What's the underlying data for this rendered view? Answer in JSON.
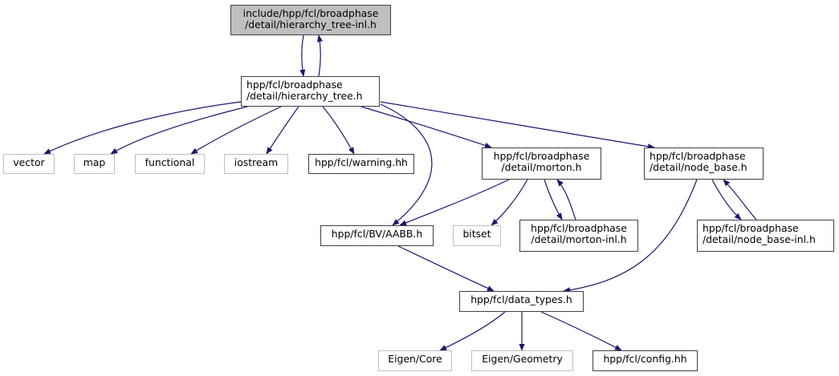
{
  "diagram": {
    "type": "include-dependency-graph",
    "colors": {
      "edge": "#191970",
      "root_fill": "#bfbfbf",
      "node_border": "#404040",
      "external_border": "#bfbfbf"
    },
    "nodes": [
      {
        "id": "root",
        "label": "include/hpp/fcl/broadphase\n/detail/hierarchy_tree-inl.h",
        "kind": "root"
      },
      {
        "id": "hierarchy_tree",
        "label": "hpp/fcl/broadphase\n/detail/hierarchy_tree.h",
        "kind": "file"
      },
      {
        "id": "vector",
        "label": "vector",
        "kind": "external"
      },
      {
        "id": "map",
        "label": "map",
        "kind": "external"
      },
      {
        "id": "functional",
        "label": "functional",
        "kind": "external"
      },
      {
        "id": "iostream",
        "label": "iostream",
        "kind": "external"
      },
      {
        "id": "warning",
        "label": "hpp/fcl/warning.hh",
        "kind": "file"
      },
      {
        "id": "morton",
        "label": "hpp/fcl/broadphase\n/detail/morton.h",
        "kind": "file"
      },
      {
        "id": "node_base",
        "label": "hpp/fcl/broadphase\n/detail/node_base.h",
        "kind": "file"
      },
      {
        "id": "aabb",
        "label": "hpp/fcl/BV/AABB.h",
        "kind": "file"
      },
      {
        "id": "bitset",
        "label": "bitset",
        "kind": "external"
      },
      {
        "id": "morton_inl",
        "label": "hpp/fcl/broadphase\n/detail/morton-inl.h",
        "kind": "file"
      },
      {
        "id": "node_base_inl",
        "label": "hpp/fcl/broadphase\n/detail/node_base-inl.h",
        "kind": "file"
      },
      {
        "id": "data_types",
        "label": "hpp/fcl/data_types.h",
        "kind": "file"
      },
      {
        "id": "eigen_core",
        "label": "Eigen/Core",
        "kind": "external"
      },
      {
        "id": "eigen_geometry",
        "label": "Eigen/Geometry",
        "kind": "external"
      },
      {
        "id": "config",
        "label": "hpp/fcl/config.hh",
        "kind": "file"
      }
    ],
    "edges": [
      {
        "from": "root",
        "to": "hierarchy_tree"
      },
      {
        "from": "hierarchy_tree",
        "to": "root"
      },
      {
        "from": "hierarchy_tree",
        "to": "vector"
      },
      {
        "from": "hierarchy_tree",
        "to": "map"
      },
      {
        "from": "hierarchy_tree",
        "to": "functional"
      },
      {
        "from": "hierarchy_tree",
        "to": "iostream"
      },
      {
        "from": "hierarchy_tree",
        "to": "warning"
      },
      {
        "from": "hierarchy_tree",
        "to": "aabb"
      },
      {
        "from": "hierarchy_tree",
        "to": "morton"
      },
      {
        "from": "hierarchy_tree",
        "to": "node_base"
      },
      {
        "from": "morton",
        "to": "aabb"
      },
      {
        "from": "morton",
        "to": "bitset"
      },
      {
        "from": "morton",
        "to": "morton_inl"
      },
      {
        "from": "morton_inl",
        "to": "morton"
      },
      {
        "from": "node_base",
        "to": "data_types"
      },
      {
        "from": "node_base",
        "to": "node_base_inl"
      },
      {
        "from": "node_base_inl",
        "to": "node_base"
      },
      {
        "from": "aabb",
        "to": "data_types"
      },
      {
        "from": "data_types",
        "to": "eigen_core"
      },
      {
        "from": "data_types",
        "to": "eigen_geometry"
      },
      {
        "from": "data_types",
        "to": "config"
      }
    ]
  }
}
